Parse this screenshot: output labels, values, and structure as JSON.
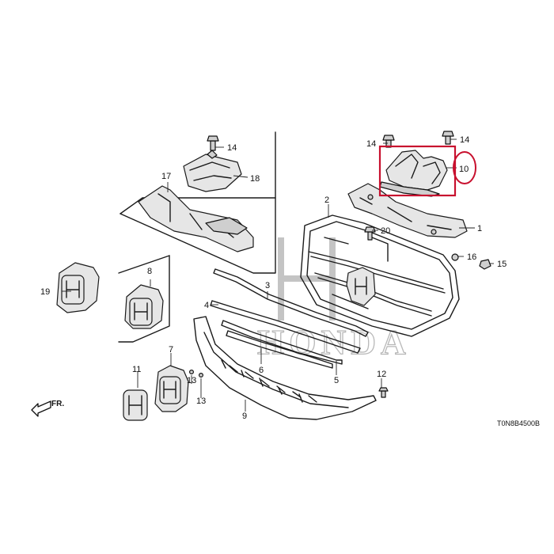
{
  "diagram": {
    "callouts": {
      "c1": "1",
      "c2": "2",
      "c3": "3",
      "c4": "4",
      "c5": "5",
      "c6": "6",
      "c7": "7",
      "c8": "8",
      "c9": "9",
      "c10": "10",
      "c11": "11",
      "c12": "12",
      "c13a": "13",
      "c13b": "13",
      "c14a": "14",
      "c14b": "14",
      "c14c": "14",
      "c15": "15",
      "c16": "16",
      "c17": "17",
      "c18": "18",
      "c19": "19",
      "c20": "20"
    },
    "direction_label": "FR.",
    "diagram_code": "T0N8B4500B",
    "watermark_text": "HONDA",
    "colors": {
      "highlight": "#c8102e",
      "line": "#1a1a1a",
      "watermark": "#b8b8b8"
    },
    "icons": [
      "honda-emblem-icon",
      "front-direction-arrow-icon"
    ]
  }
}
